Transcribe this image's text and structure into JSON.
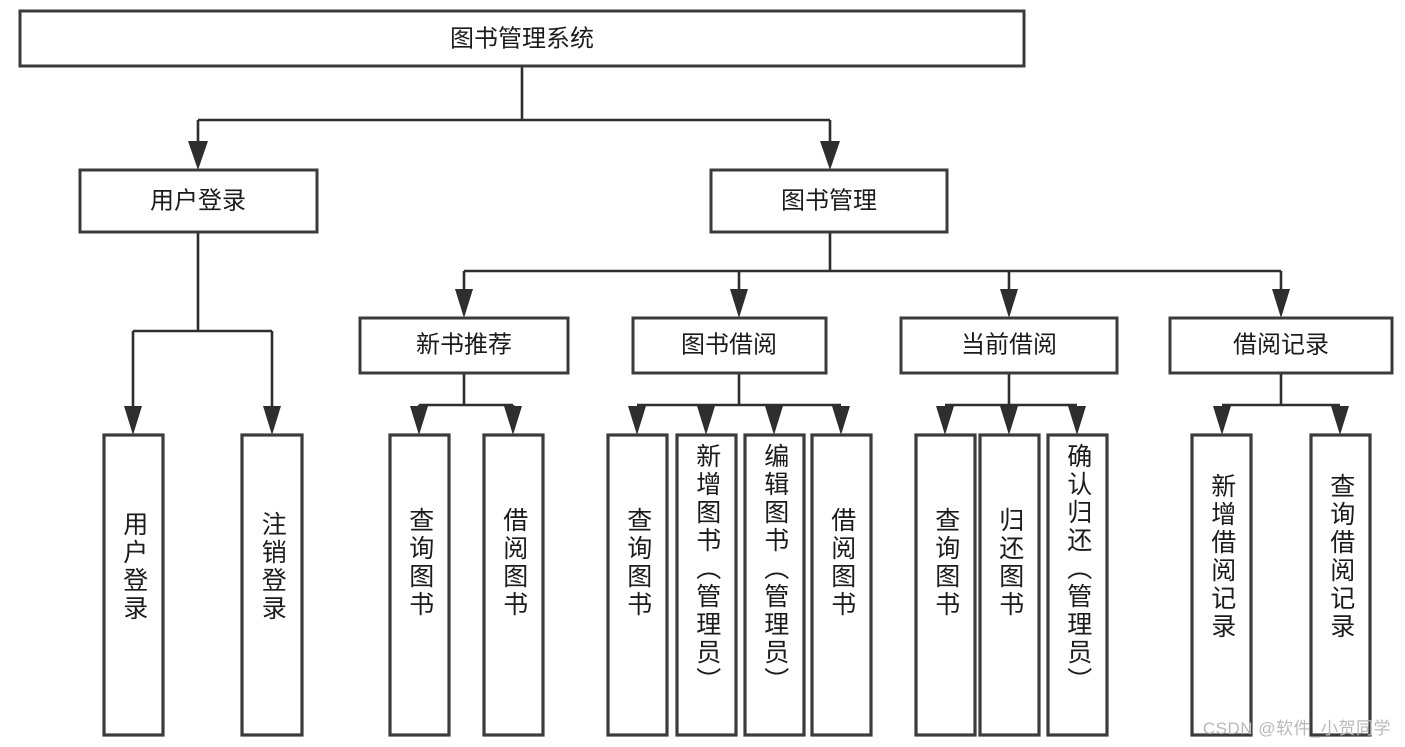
{
  "diagram": {
    "title": "图书管理系统",
    "type": "hierarchy-tree",
    "orientation": "top-down",
    "colors": {
      "box_stroke": "#3b3b3b",
      "connector": "#2e2e2e",
      "box_fill": "#ffffff",
      "text": "#1b1b1b",
      "background": "#ffffff",
      "watermark": "#b9b9b9"
    },
    "root": {
      "label": "图书管理系统"
    },
    "level2": [
      {
        "label": "用户登录"
      },
      {
        "label": "图书管理"
      }
    ],
    "level3": [
      {
        "label": "新书推荐"
      },
      {
        "label": "图书借阅"
      },
      {
        "label": "当前借阅"
      },
      {
        "label": "借阅记录"
      }
    ],
    "leaves": {
      "user_login": [
        {
          "label": "用户登录"
        },
        {
          "label": "注销登录"
        }
      ],
      "new_book_recommend": [
        {
          "label": "查询图书"
        },
        {
          "label": "借阅图书"
        }
      ],
      "book_borrow": [
        {
          "label": "查询图书"
        },
        {
          "label": "新增图书（管理员）"
        },
        {
          "label": "编辑图书（管理员）"
        },
        {
          "label": "借阅图书"
        }
      ],
      "current_borrow": [
        {
          "label": "查询图书"
        },
        {
          "label": "归还图书"
        },
        {
          "label": "确认归还（管理员）"
        }
      ],
      "borrow_record": [
        {
          "label": "新增借阅记录"
        },
        {
          "label": "查询借阅记录"
        }
      ]
    }
  },
  "watermark": {
    "text": "CSDN @软件_小贺同学"
  }
}
